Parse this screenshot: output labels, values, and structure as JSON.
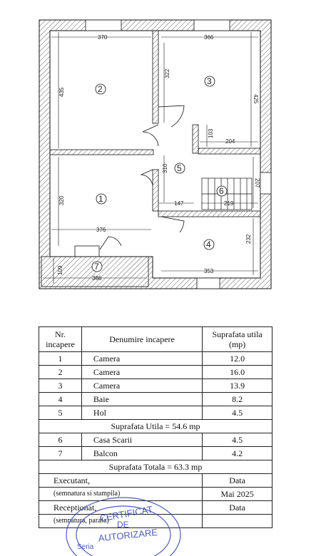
{
  "plan": {
    "dimensions": {
      "r2_top": "370",
      "r2_left": "435",
      "r2_right": "322",
      "r3_top": "366",
      "r3_right": "425",
      "r3_inner": "103",
      "r3_bottom": "204",
      "r5_height": "310",
      "r6_width": "207",
      "r1_left": "320",
      "r1_bottom": "376",
      "hall_bottom": "147",
      "stair_width": "219",
      "r4_right": "232",
      "r4_bottom": "353",
      "balcony_height": "109",
      "balcony_width": "386"
    },
    "room_numbers": {
      "r1": "1",
      "r2": "2",
      "r3": "3",
      "r4": "4",
      "r5": "5",
      "r6": "6",
      "r7": "7"
    }
  },
  "table": {
    "col_nr": "Nr. incapere",
    "col_name": "Denumire incapere",
    "col_area": "Suprafata utila (mp)",
    "rows_a": [
      {
        "nr": "1",
        "name": "Camera",
        "area": "12.0"
      },
      {
        "nr": "2",
        "name": "Camera",
        "area": "16.0"
      },
      {
        "nr": "3",
        "name": "Camera",
        "area": "13.9"
      },
      {
        "nr": "4",
        "name": "Baie",
        "area": "8.2"
      },
      {
        "nr": "5",
        "name": "Hol",
        "area": "4.5"
      }
    ],
    "subtotal": "Suprafata Utila = 54.6 mp",
    "rows_b": [
      {
        "nr": "6",
        "name": "Casa Scarii",
        "area": "4.5"
      },
      {
        "nr": "7",
        "name": "Balcon",
        "area": "4.2"
      }
    ],
    "total": "Suprafata Totala = 63.3 mp",
    "executant": "Executant,",
    "data_label1": "Data",
    "semnatura1": "(semnatura si stampila)",
    "date_value": "Mai 2025",
    "receptionat": "Receptionat,",
    "data_label2": "Data",
    "semnatura2": "(semnatura, parafa)"
  },
  "stamp": {
    "line1": "CERTIFICAT",
    "line2": "DE",
    "line3": "AUTORIZARE",
    "line4": "Seria",
    "color": "#2d3fb0"
  }
}
